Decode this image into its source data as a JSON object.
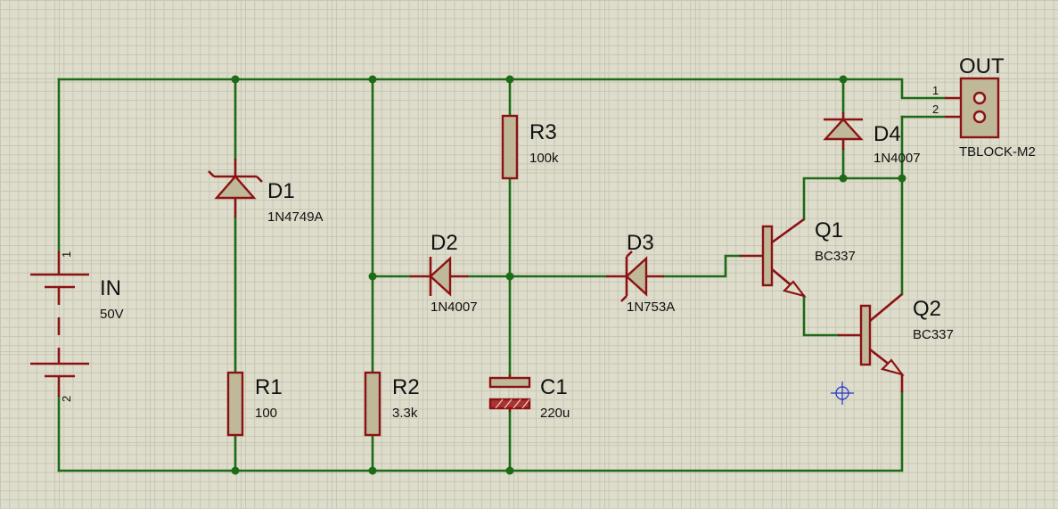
{
  "components": {
    "in": {
      "ref": "IN",
      "value": "50V",
      "pin1": "1",
      "pin2": "2"
    },
    "d1": {
      "ref": "D1",
      "value": "1N4749A"
    },
    "r1": {
      "ref": "R1",
      "value": "100"
    },
    "r2": {
      "ref": "R2",
      "value": "3.3k"
    },
    "r3": {
      "ref": "R3",
      "value": "100k"
    },
    "d2": {
      "ref": "D2",
      "value": "1N4007"
    },
    "d3": {
      "ref": "D3",
      "value": "1N753A"
    },
    "c1": {
      "ref": "C1",
      "value": "220u"
    },
    "d4": {
      "ref": "D4",
      "value": "1N4007"
    },
    "q1": {
      "ref": "Q1",
      "value": "BC337"
    },
    "q2": {
      "ref": "Q2",
      "value": "BC337"
    },
    "out": {
      "ref": "OUT",
      "value": "TBLOCK-M2",
      "pin1": "1",
      "pin2": "2"
    }
  },
  "colors": {
    "background": "#dedccb",
    "wire": "#1d6a17",
    "component": "#8b1212",
    "component_fill": "#bfb899",
    "cursor": "#2233cc"
  }
}
